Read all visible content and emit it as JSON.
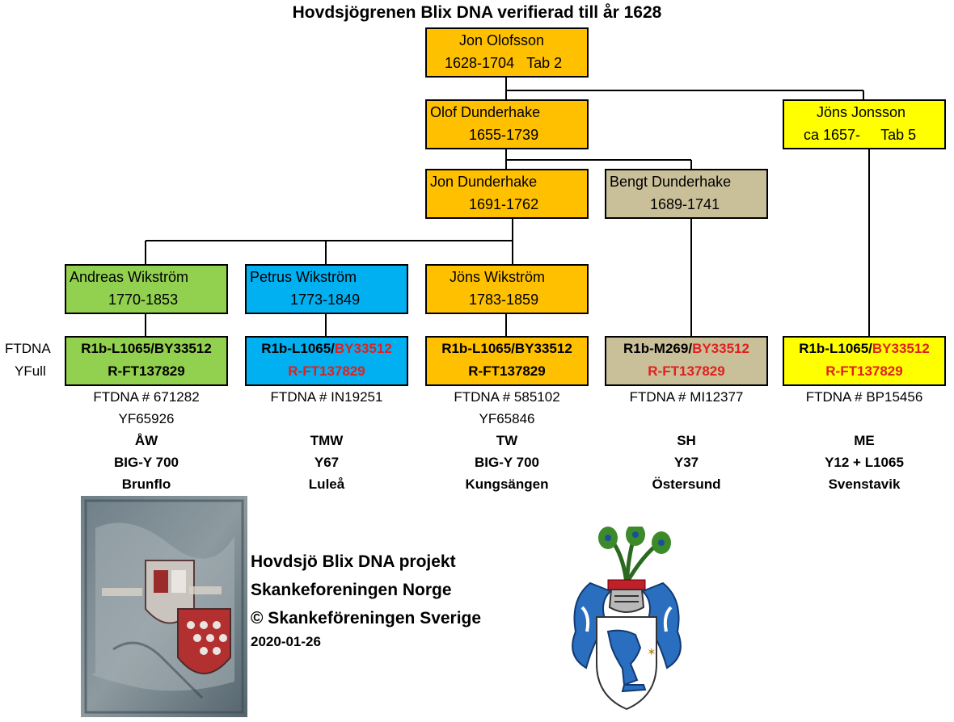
{
  "title": "Hovdsjögrenen Blix DNA verifierad till år 1628",
  "persons": {
    "jon_olofsson": {
      "name": "Jon Olofsson",
      "years": "1628-1704",
      "tab": "Tab 2"
    },
    "olof_dunderhake": {
      "name": "Olof Dunderhake",
      "years": "1655-1739"
    },
    "jons_jonsson": {
      "name": "Jöns Jonsson",
      "years": "ca 1657-",
      "tab": "Tab 5"
    },
    "jon_dunderhake": {
      "name": "Jon Dunderhake",
      "years": "1691-1762"
    },
    "bengt_dunderhake": {
      "name": "Bengt Dunderhake",
      "years": "1689-1741"
    },
    "andreas_wikstrom": {
      "name": "Andreas Wikström",
      "years": "1770-1853"
    },
    "petrus_wikstrom": {
      "name": "Petrus Wikström",
      "years": "1773-1849"
    },
    "jons_wikstrom": {
      "name": "Jöns Wikström",
      "years": "1783-1859"
    }
  },
  "row_labels": {
    "ftdna": "FTDNA",
    "yfull": "YFull"
  },
  "testers": [
    {
      "hap_prefix": "R1b-L1065/",
      "hap_suffix": "BY33512",
      "yfull": "R-FT137829",
      "kit": "FTDNA # 671282",
      "yf": "YF65926",
      "initials": "ÅW",
      "test": "BIG-Y 700",
      "place": "Brunflo"
    },
    {
      "hap_prefix": "R1b-L1065/",
      "hap_suffix": "BY33512",
      "yfull": "R-FT137829",
      "kit": "FTDNA # IN19251",
      "yf": "",
      "initials": "TMW",
      "test": "Y67",
      "place": "Luleå"
    },
    {
      "hap_prefix": "R1b-L1065/",
      "hap_suffix": "BY33512",
      "yfull": "R-FT137829",
      "kit": "FTDNA # 585102",
      "yf": "YF65846",
      "initials": "TW",
      "test": "BIG-Y 700",
      "place": "Kungsängen"
    },
    {
      "hap_prefix": "R1b-M269/",
      "hap_suffix": "BY33512",
      "yfull": "R-FT137829",
      "kit": "FTDNA # MI12377",
      "yf": "",
      "initials": "SH",
      "test": "Y37",
      "place": "Östersund"
    },
    {
      "hap_prefix": "R1b-L1065/",
      "hap_suffix": "BY33512",
      "yfull": "R-FT137829",
      "kit": "FTDNA # BP15456",
      "yf": "",
      "initials": "ME",
      "test": "Y12 + L1065",
      "place": "Svenstavik"
    }
  ],
  "colors": {
    "orange": "#ffc000",
    "yellow": "#ffff00",
    "green": "#92d050",
    "blue": "#00b0f0",
    "tan": "#c9bf99",
    "red_text": "#e02020"
  },
  "credits": {
    "line1": "Hovdsjö Blix DNA projekt",
    "line2": "Skankeforeningen Norge",
    "line3": "© Skankeföreningen Sverige",
    "date": "2020-01-26"
  },
  "images": {
    "photo": "wall-painting-coat-of-arms-photo",
    "crest": "skanke-coat-of-arms"
  }
}
